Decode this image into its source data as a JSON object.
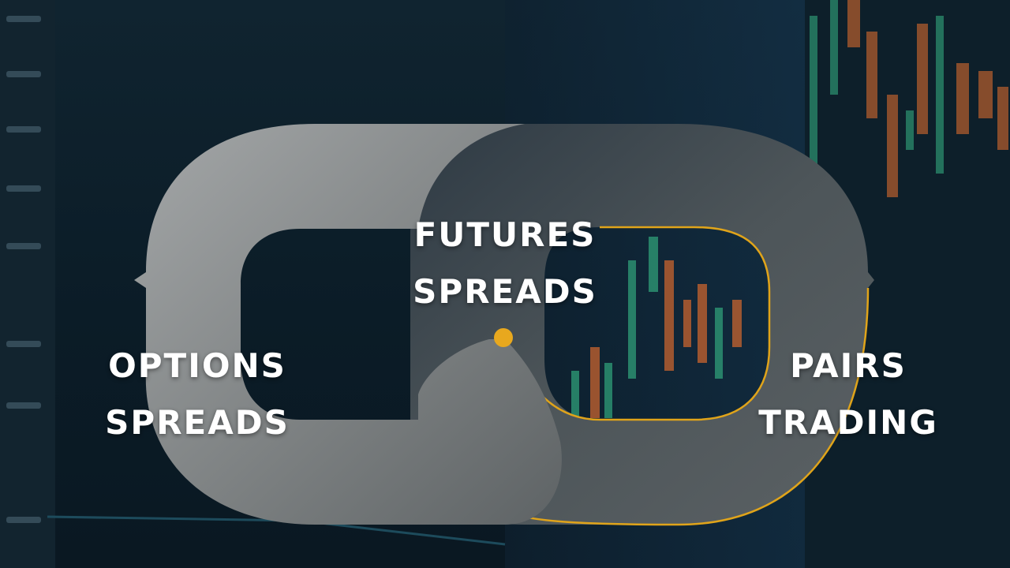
{
  "labels": {
    "options": {
      "line1": "OPTIONS",
      "line2": "SPREADS"
    },
    "futures": {
      "line1": "FUTURES",
      "line2": "SPREADS"
    },
    "pairs": {
      "line1": "PAIRS",
      "line2": "TRADING"
    }
  },
  "colors": {
    "background": "#0c1a24",
    "ring_left": "#8c8f90",
    "ring_right": "#4a5155",
    "accent_gold": "#e0a41a",
    "candle_green": "#2f9e78",
    "candle_orange": "#c8642e"
  },
  "icons": [
    "chain-link-icon",
    "candlestick-chart"
  ]
}
